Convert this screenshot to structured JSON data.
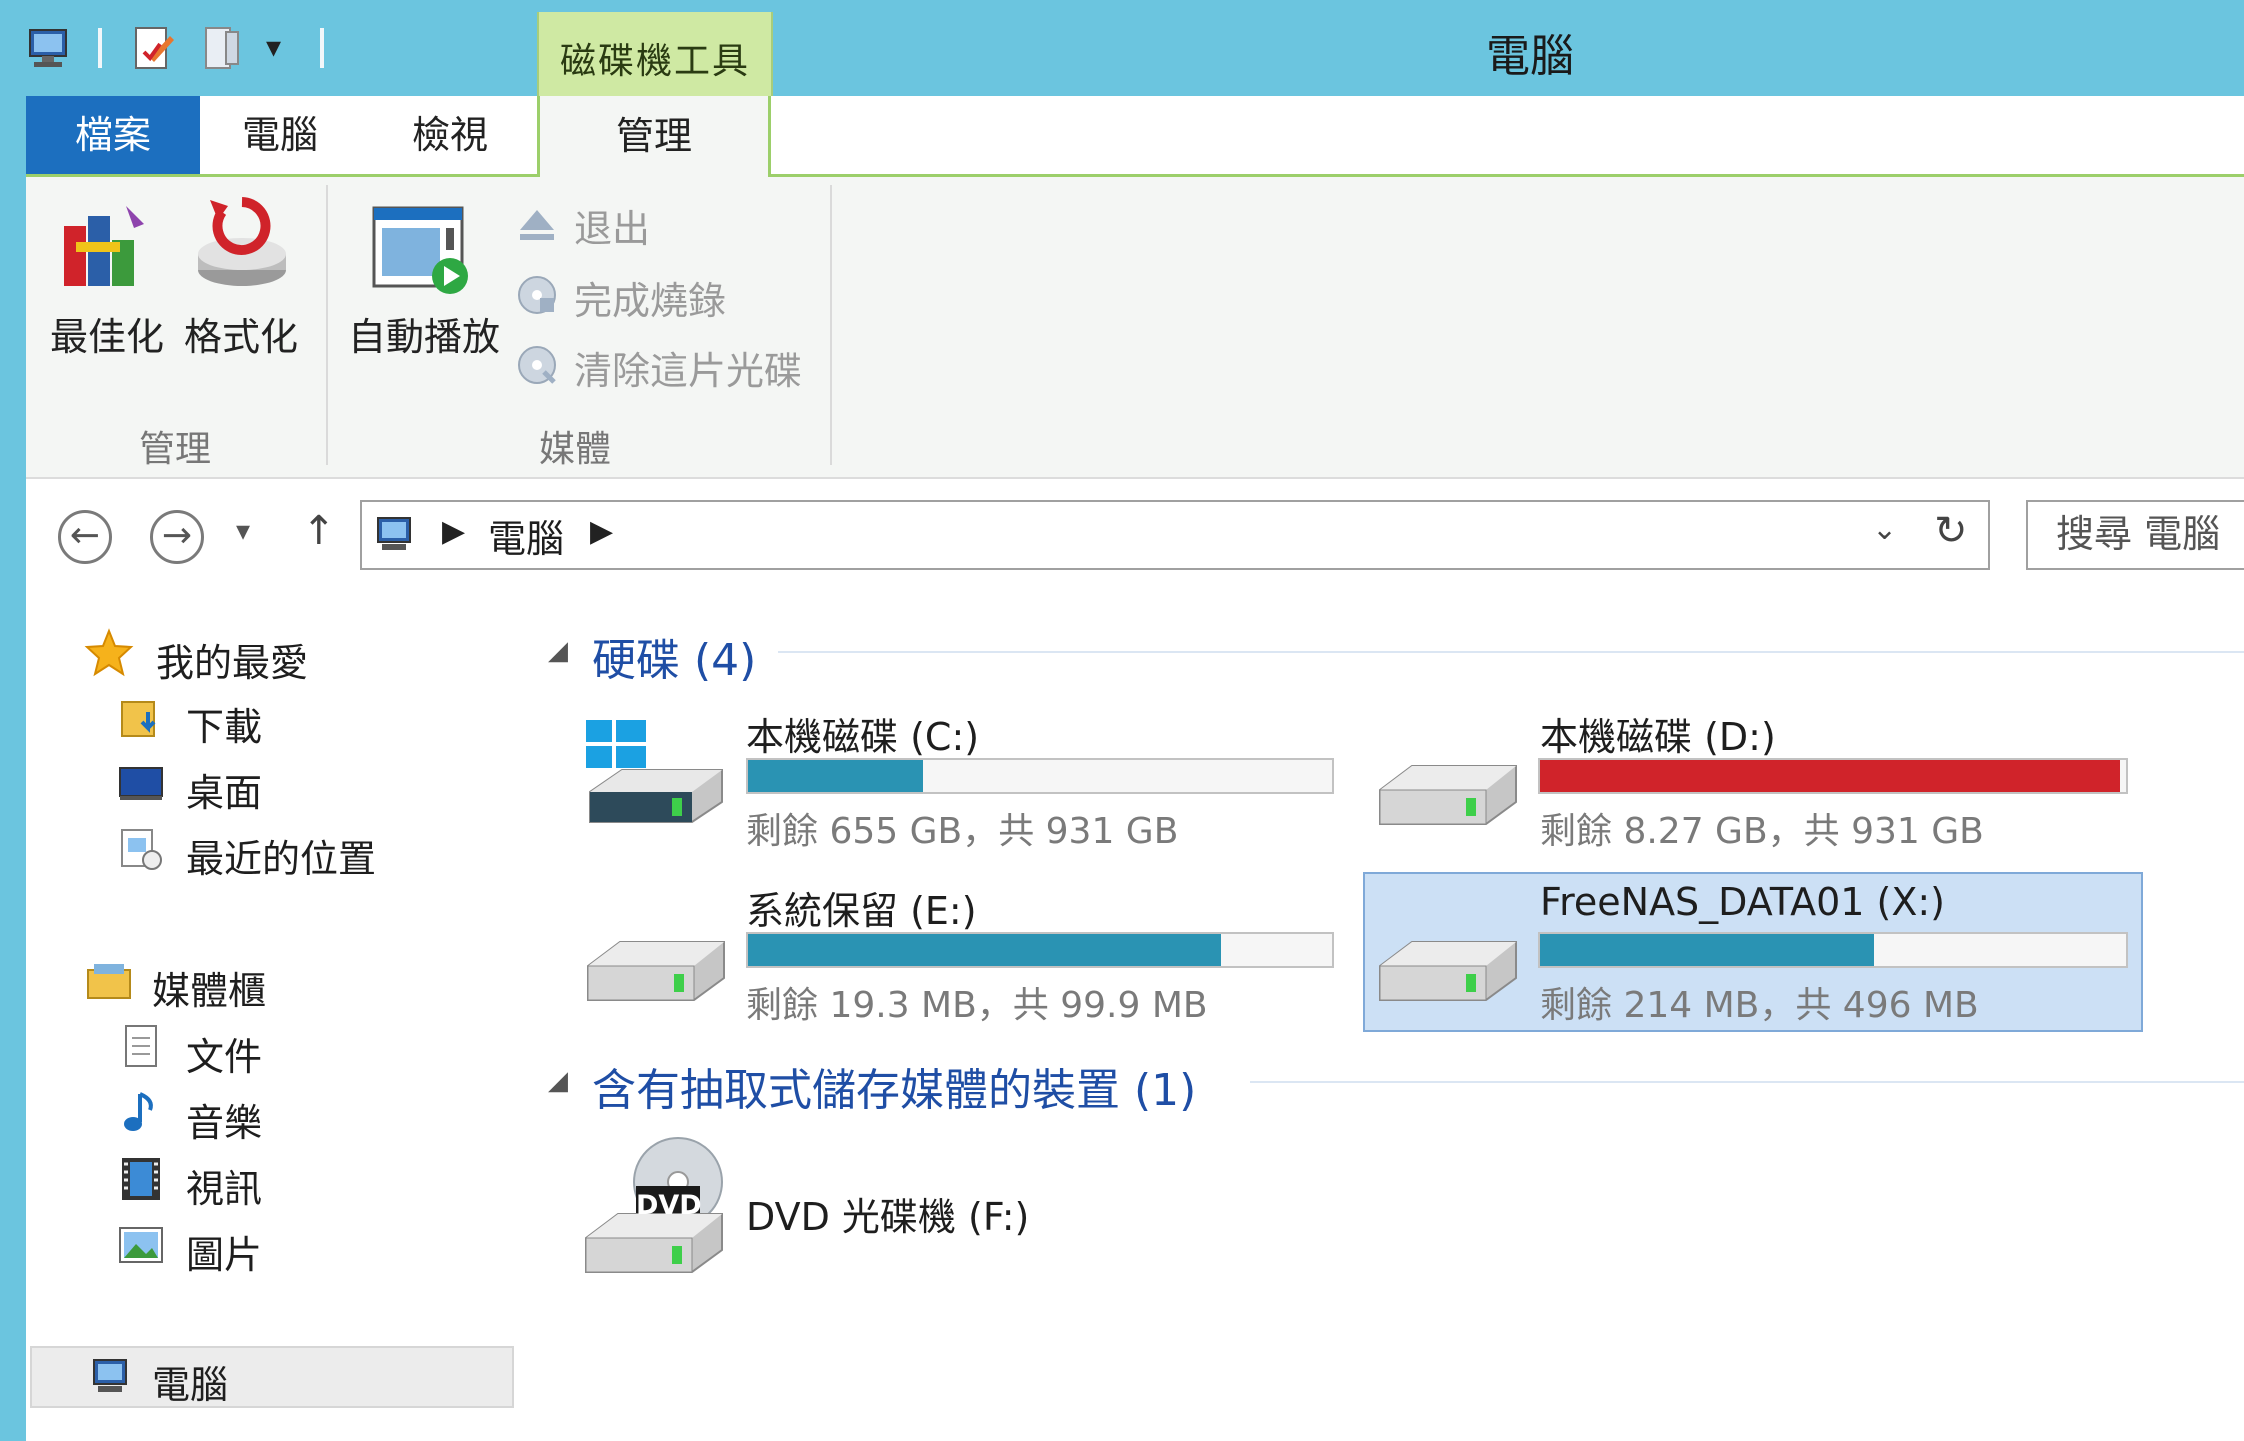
{
  "window": {
    "title": "電腦",
    "context_tab_group": "磁碟機工具"
  },
  "ribbon": {
    "tabs": {
      "file": "檔案",
      "computer": "電腦",
      "view": "檢視",
      "manage": "管理"
    },
    "manage_group": {
      "optimize": "最佳化",
      "format": "格式化",
      "label": "管理"
    },
    "media_group": {
      "autoplay": "自動播放",
      "eject": "退出",
      "finish_burning": "完成燒錄",
      "erase_disc": "清除這片光碟",
      "label": "媒體"
    }
  },
  "address": {
    "crumb": "電腦",
    "search_placeholder": "搜尋 電腦"
  },
  "nav": {
    "favorites": {
      "label": "我的最愛",
      "items": [
        "下載",
        "桌面",
        "最近的位置"
      ]
    },
    "libraries": {
      "label": "媒體櫃",
      "items": [
        "文件",
        "音樂",
        "視訊",
        "圖片"
      ]
    },
    "computer": "電腦"
  },
  "content": {
    "hard_disks": {
      "header": "硬碟 (4)",
      "drives": [
        {
          "name": "本機磁碟 (C:)",
          "info": "剩餘 655 GB，共 931 GB",
          "used_fraction": 0.3,
          "bar_color": "#2a93b3"
        },
        {
          "name": "本機磁碟 (D:)",
          "info": "剩餘 8.27 GB，共 931 GB",
          "used_fraction": 0.99,
          "bar_color": "#d0232a"
        },
        {
          "name": "系統保留 (E:)",
          "info": "剩餘 19.3 MB，共 99.9 MB",
          "used_fraction": 0.81,
          "bar_color": "#2a93b3"
        },
        {
          "name": "FreeNAS_DATA01 (X:)",
          "info": "剩餘 214 MB，共 496 MB",
          "used_fraction": 0.57,
          "bar_color": "#2a93b3"
        }
      ]
    },
    "removable": {
      "header": "含有抽取式儲存媒體的裝置 (1)",
      "devices": [
        {
          "name": "DVD 光碟機 (F:)",
          "badge": "DVD"
        }
      ]
    }
  },
  "colors": {
    "titlebar": "#6bc5df",
    "file_tab": "#1c6fbf",
    "section_header": "#1f4ea5",
    "selection": "#cce0f5"
  }
}
